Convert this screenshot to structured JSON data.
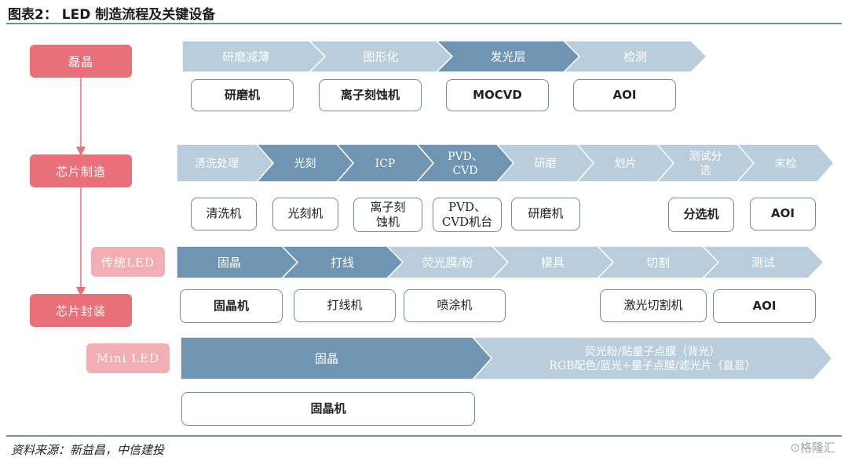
{
  "title": "图表2： LED 制造流程及关键设备",
  "source": "资料来源：新益昌，中信建投",
  "watermark": "⊙格隆汇",
  "stages": {
    "epi": "磊晶",
    "chip": "芯片制造",
    "traditional": "传统LED",
    "packaging": "芯片封装",
    "mini": "Mini LED"
  },
  "rows": {
    "epi": {
      "steps": [
        "研磨减薄",
        "图形化",
        "发光层",
        "检测"
      ],
      "machines": [
        "研磨机",
        "离子刻蚀机",
        "MOCVD",
        "AOI"
      ]
    },
    "chip": {
      "steps": [
        "清洗处理",
        "光刻",
        "ICP",
        "PVD、|CVD",
        "研磨",
        "划片",
        "测试分|选",
        "末检"
      ],
      "machines": [
        "清洗机",
        "光刻机",
        "离子刻|蚀机",
        "PVD、|CVD机台",
        "研磨机",
        "分选机",
        "AOI"
      ]
    },
    "traditional": {
      "steps": [
        "固晶",
        "打线",
        "荧光膜/粉",
        "模具",
        "切割",
        "测试"
      ],
      "machines": [
        "固晶机",
        "打线机",
        "喷涂机",
        "激光切割机",
        "AOI"
      ]
    },
    "mini": {
      "steps": [
        "固晶",
        "荧光粉/贴量子点膜（背光）|RGB配色/蓝光+量子点膜/滤光片（直显）"
      ],
      "machines": [
        "固晶机"
      ]
    }
  },
  "colors": {
    "dark": "#6f95b3",
    "light": "#b9cddc",
    "stage": "#e8707a",
    "stage_light": "#f3aeb3",
    "connector": "#e8707a"
  }
}
